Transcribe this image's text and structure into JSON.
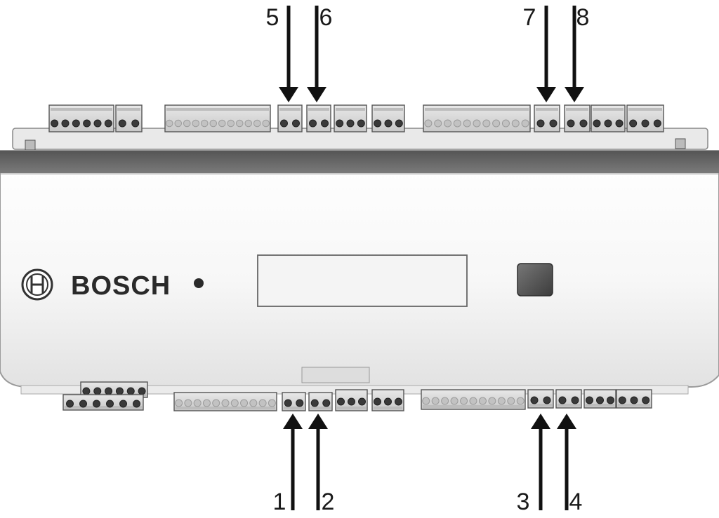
{
  "brand": {
    "name": "BOSCH",
    "logo_icon": "bosch-armature-logo-icon"
  },
  "callouts": {
    "top": [
      {
        "label": "5"
      },
      {
        "label": "6"
      },
      {
        "label": "7"
      },
      {
        "label": "8"
      }
    ],
    "bottom": [
      {
        "label": "1"
      },
      {
        "label": "2"
      },
      {
        "label": "3"
      },
      {
        "label": "4"
      }
    ]
  },
  "colors": {
    "body": "#f4f4f4",
    "top_band": "#6b6b6b",
    "terminal_dark": "#3a3a3a",
    "terminal_light": "#d8d8d8",
    "button": "#555555",
    "arrow": "#111111"
  }
}
